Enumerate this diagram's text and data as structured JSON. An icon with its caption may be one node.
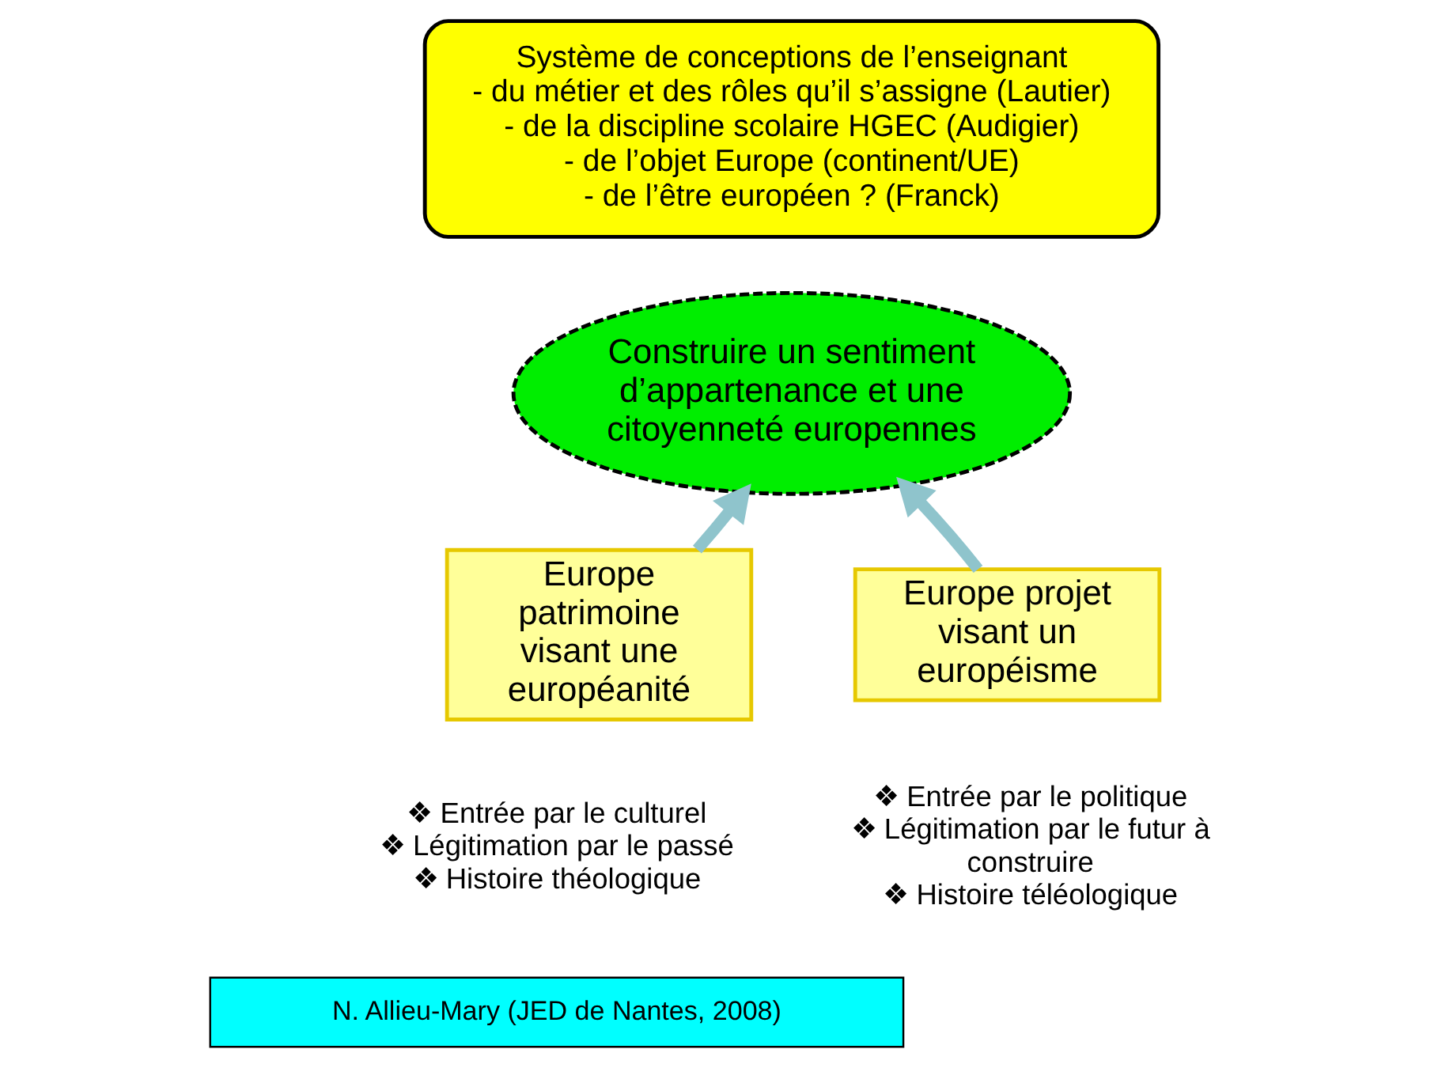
{
  "diagram": {
    "nodes": [
      {
        "text": [
          "Système de conceptions de l’enseignant",
          "- du métier et des rôles qu’il s’assigne (Lautier)",
          "- de la discipline scolaire HGEC (Audigier)",
          "- de l’objet Europe (continent/UE)",
          "- de l’être européen ? (Franck)"
        ]
      },
      {
        "text": [
          "Construire un sentiment d’appartenance et une citoyenneté europennes"
        ]
      },
      {
        "text": [
          "Europe patrimoine visant une européanité"
        ],
        "beside": [
          "❖ Entrée par le culturel",
          "❖ Légitimation par le passé",
          "❖ Histoire théologique"
        ]
      },
      {
        "text": [
          "Europe projet visant un européisme"
        ],
        "beside": [
          "❖ Entrée par le politique",
          "❖ Légitimation par le futur à construire",
          "❖ Histoire téléologique"
        ]
      },
      {
        "text": [
          "N. Allieu-Mary (JED de Nantes, 2008)"
        ]
      }
    ],
    "edges": [
      {
        "from": 2,
        "to": 1,
        "arrow": "to"
      },
      {
        "from": 3,
        "to": 1,
        "arrow": "to"
      }
    ]
  }
}
